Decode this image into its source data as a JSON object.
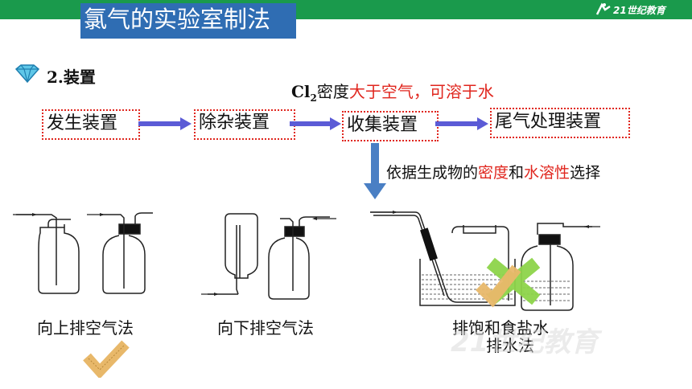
{
  "header": {
    "title": "氯气的实验室制法",
    "logo_text": "21世纪教育",
    "bar_color": "#1a9a4c",
    "title_bg": "#2f6db3"
  },
  "section": {
    "heading": "2.装置",
    "icon": "diamond-icon"
  },
  "property_line": {
    "prefix": "Cl",
    "subscript": "2",
    "middle": "密度",
    "red_part1": "大于空气",
    "separator": "，",
    "red_part2": "可溶于水"
  },
  "flow": {
    "steps": [
      "发生装置",
      "除杂装置",
      "收集装置",
      "尾气处理装置"
    ],
    "arrow_color": "#5b5bd6",
    "box_border_color": "#e0261e"
  },
  "basis": {
    "prefix": "依据生成物的",
    "red1": "密度",
    "and": "和",
    "red2": "水溶性",
    "suffix": "选择"
  },
  "methods": {
    "upward": "向上排空气法",
    "downward": "向下排空气法",
    "water_line1": "排饱和食盐水",
    "water_line2": "排水法"
  },
  "marks": {
    "check_color": "#e8b86a",
    "cross_color": "#8ed44a"
  },
  "watermark": "21世纪教育"
}
